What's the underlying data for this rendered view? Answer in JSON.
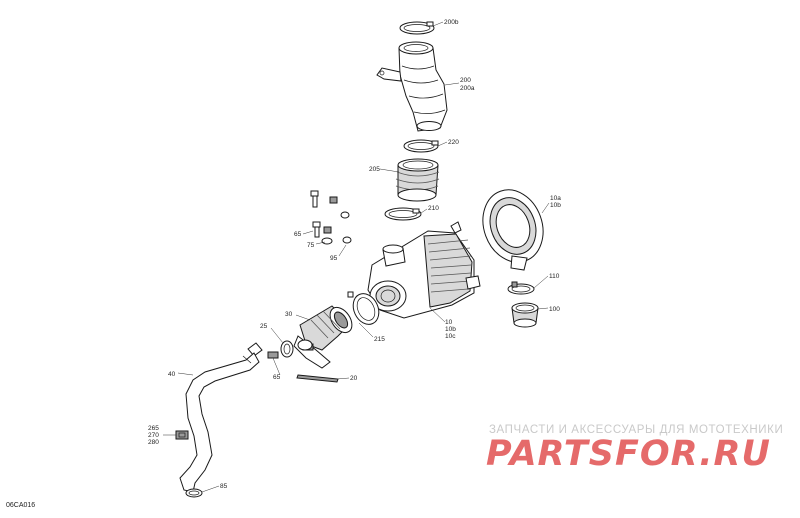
{
  "diagram": {
    "code": "06CA016",
    "labels": {
      "l200b": "200b",
      "l200": "200",
      "l200a": "200a",
      "l220": "220",
      "l205": "205",
      "l210": "210",
      "l10a": "10a",
      "l10b_top": "10b",
      "l65a": "65",
      "l75": "75",
      "l95": "95",
      "l110": "110",
      "l100": "100",
      "l30": "30",
      "l25": "25",
      "l10": "10",
      "l10b": "10b",
      "l10c": "10c",
      "l215": "215",
      "l65b": "65",
      "l20": "20",
      "l40": "40",
      "l265": "265",
      "l270": "270",
      "l280": "280",
      "l85": "85"
    }
  },
  "watermark": {
    "tagline": "ЗАПЧАСТИ И АКСЕССУАРЫ ДЛЯ МОТОТЕХНИКИ",
    "logo": "PARTSFOR.RU",
    "text_color": "#c9c9c9",
    "logo_color": "#e56a6a"
  }
}
